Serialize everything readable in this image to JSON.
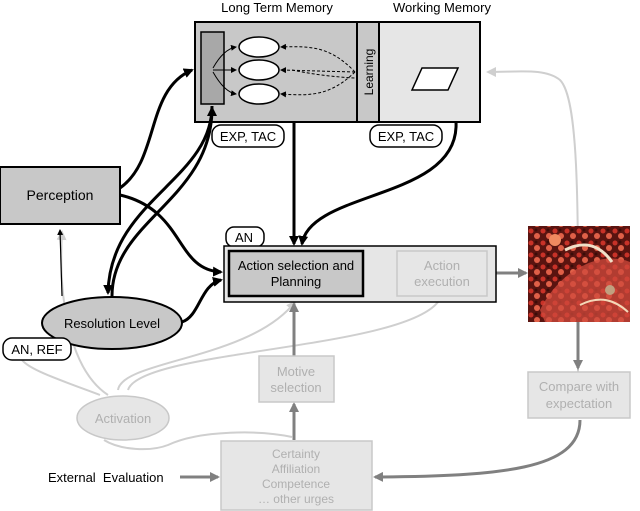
{
  "memory": {
    "long_term_title": "Long Term Memory",
    "working_title": "Working Memory",
    "learning_label": "Learning",
    "tag_left": "EXP, TAC",
    "tag_right": "EXP, TAC"
  },
  "perception": {
    "label": "Perception"
  },
  "action": {
    "tag": "AN",
    "selection_line1": "Action selection and",
    "selection_line2": "Planning",
    "execution_line1": "Action",
    "execution_line2": "execution"
  },
  "resolution": {
    "label": "Resolution Level",
    "tag": "AN, REF"
  },
  "motive": {
    "line1": "Motive",
    "line2": "selection"
  },
  "activation": {
    "label": "Activation"
  },
  "urges": {
    "line1": "Certainty",
    "line2": "Affiliation",
    "line3": "Competence",
    "line4": "… other urges"
  },
  "compare": {
    "line1": "Compare with",
    "line2": "expectation"
  },
  "external": {
    "label": "External  Evaluation"
  },
  "colors": {
    "dark_box": "#c8c8c8",
    "light_box": "#e6e6e6",
    "faded_text": "#b0b0b0",
    "faded_line": "#cfcfcf",
    "arrow_dark": "#000000",
    "arrow_gray": "#808080"
  }
}
